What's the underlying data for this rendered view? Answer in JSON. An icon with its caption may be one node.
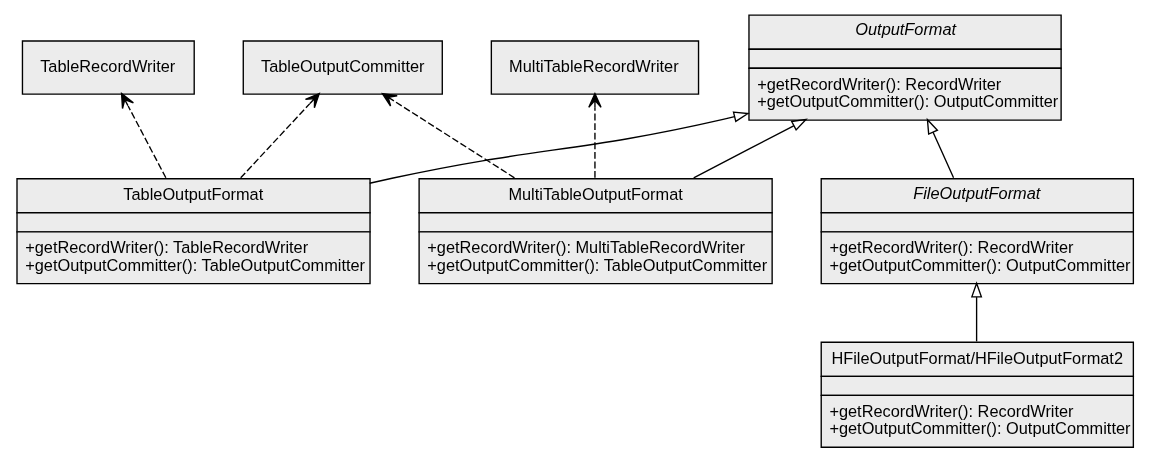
{
  "diagram": {
    "nodes": [
      {
        "text": [
          "OutputFormat",
          "+getRecordWriter(): RecordWriter",
          "+getOutputCommitter(): OutputCommitter"
        ]
      },
      {
        "text": [
          "TableOutputFormat",
          "+getRecordWriter(): TableRecordWriter",
          "+getOutputCommitter(): TableOutputCommitter"
        ]
      },
      {
        "text": [
          "TableRecordWriter"
        ]
      },
      {
        "text": [
          "TableOutputCommitter"
        ]
      },
      {
        "text": [
          "MultiTableOutputFormat",
          "+getRecordWriter(): MultiTableRecordWriter",
          "+getOutputCommitter(): TableOutputCommitter"
        ]
      },
      {
        "text": [
          "MultiTableRecordWriter"
        ]
      },
      {
        "text": [
          "FileOutputFormat",
          "+getRecordWriter(): RecordWriter",
          "+getOutputCommitter(): OutputCommitter"
        ]
      },
      {
        "text": [
          "HFileOutputFormat/HFileOutputFormat2",
          "+getRecordWriter(): RecordWriter",
          "+getOutputCommitter(): OutputCommitter"
        ]
      }
    ],
    "edges": [
      {
        "from": 1,
        "to": 0,
        "arrow": "to"
      },
      {
        "from": 4,
        "to": 0,
        "arrow": "to"
      },
      {
        "from": 6,
        "to": 0,
        "arrow": "to"
      },
      {
        "from": 7,
        "to": 6,
        "arrow": "to"
      },
      {
        "from": 1,
        "to": 2,
        "arrow": "to",
        "style": "dashed"
      },
      {
        "from": 1,
        "to": 3,
        "arrow": "to",
        "style": "dashed"
      },
      {
        "from": 4,
        "to": 3,
        "arrow": "to",
        "style": "dashed"
      },
      {
        "from": 4,
        "to": 5,
        "arrow": "to",
        "style": "dashed"
      }
    ]
  }
}
